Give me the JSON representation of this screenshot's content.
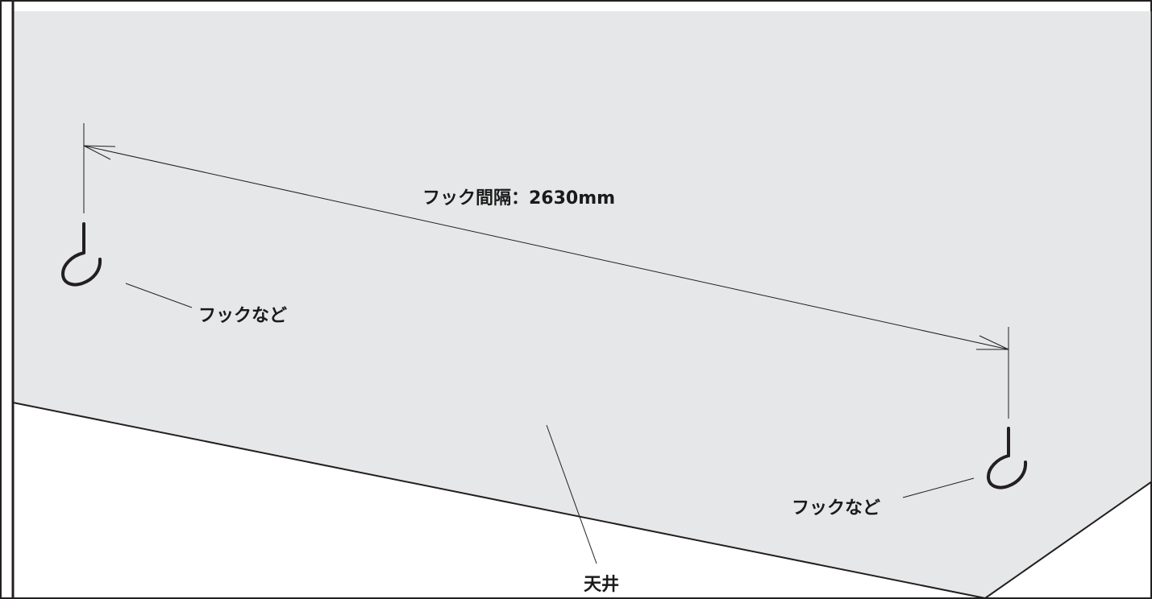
{
  "diagram": {
    "dimension_label": "フック間隔：2630mm",
    "hook_left_label": "フックなど",
    "hook_right_label": "フックなど",
    "ceiling_label": "天井",
    "colors": {
      "ceiling_fill": "#e6e7e8",
      "line": "#231f20",
      "frame": "#231f20"
    }
  }
}
